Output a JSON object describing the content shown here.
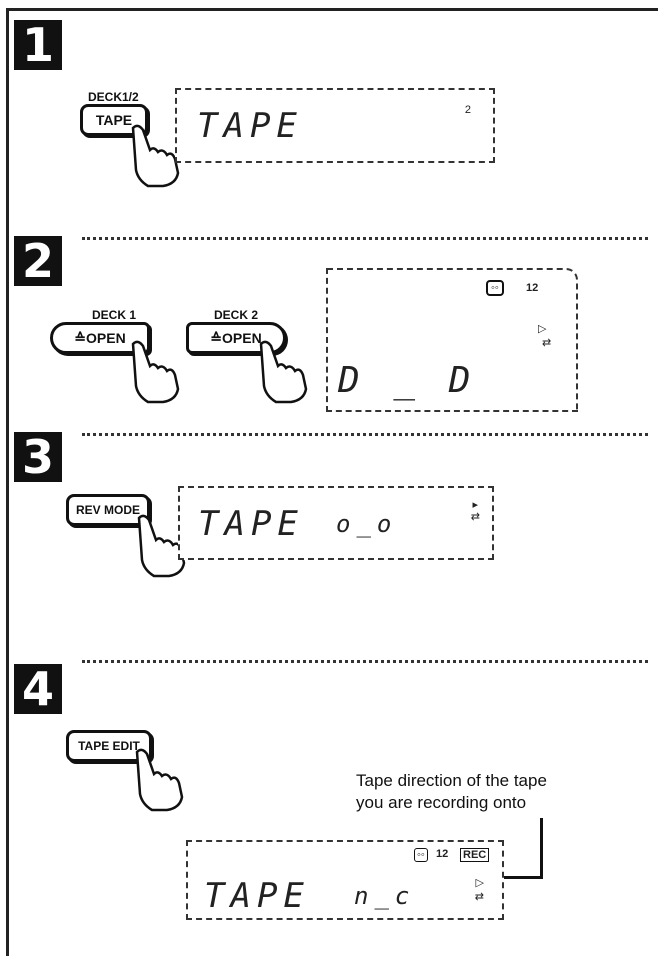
{
  "steps": [
    {
      "number": "1"
    },
    {
      "number": "2"
    },
    {
      "number": "3"
    },
    {
      "number": "4"
    }
  ],
  "step1": {
    "deck_label": "DECK1/2",
    "button_label": "TAPE",
    "display_text": "TAPE",
    "display_corner": "2"
  },
  "step2": {
    "deck1_label": "DECK 1",
    "deck1_button": "≙OPEN",
    "deck2_label": "DECK 2",
    "deck2_button": "≙OPEN",
    "display_text": "D _ D",
    "display_badge": "12"
  },
  "step3": {
    "button_label": "REV MODE",
    "display_text": "TAPE",
    "display_mode": "o_o"
  },
  "step4": {
    "button_label": "TAPE EDIT",
    "note_line1": "Tape direction of the tape",
    "note_line2": "you are recording onto",
    "display_text": "TAPE",
    "display_suffix": "n_c",
    "display_badge": "12"
  }
}
